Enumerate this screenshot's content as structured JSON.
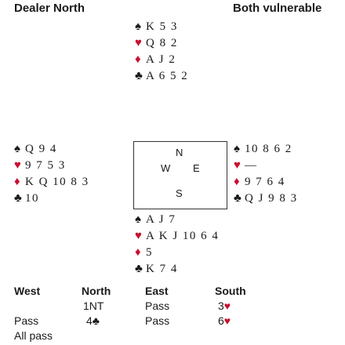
{
  "header": {
    "dealer": "Dealer North",
    "vulnerability": "Both vulnerable"
  },
  "colors": {
    "red_suit": "#c8102e",
    "black_suit": "#1a1a1a"
  },
  "suits": {
    "spades": "♠",
    "hearts": "♥",
    "diamonds": "♦",
    "clubs": "♣"
  },
  "hands": {
    "north": {
      "spades": "K 5 3",
      "hearts": "Q 8 2",
      "diamonds": "A J 2",
      "clubs": "A 6 5 2"
    },
    "west": {
      "spades": "Q 9 4",
      "hearts": "9 7 5 3",
      "diamonds": "K Q 10 8 3",
      "clubs": "10"
    },
    "east": {
      "spades": "10 8 6 2",
      "hearts": "—",
      "diamonds": "9 7 6 4",
      "clubs": "Q J 9 8 3"
    },
    "south": {
      "spades": "A J 7",
      "hearts": "A K J 10 6 4",
      "diamonds": "5",
      "clubs": "K 7 4"
    }
  },
  "compass": {
    "n": "N",
    "w": "W",
    "e": "E",
    "s": "S"
  },
  "auction": {
    "headers": [
      "West",
      "North",
      "East",
      "South"
    ],
    "rows": [
      [
        "",
        "1NT",
        "Pass",
        "3♥"
      ],
      [
        "Pass",
        "4♣",
        "Pass",
        "6♥"
      ],
      [
        "All pass",
        "",
        "",
        ""
      ]
    ]
  }
}
